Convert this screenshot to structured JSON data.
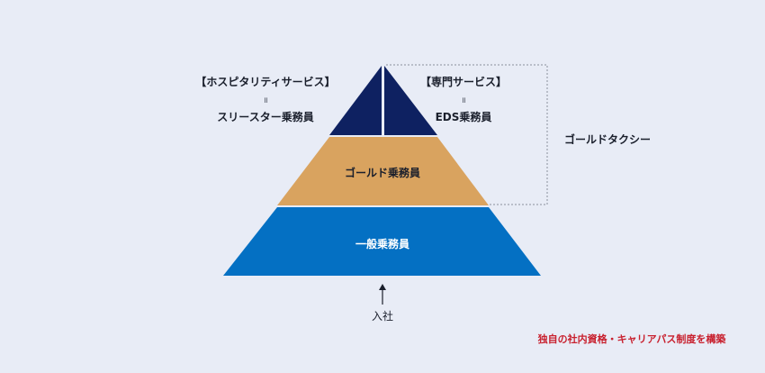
{
  "pyramid": {
    "top_left_title": "【ホスピタリティサービス】",
    "top_left_eq": "॥",
    "top_left_role": "スリースター乗務員",
    "top_right_title": "【専門サービス】",
    "top_right_eq": "॥",
    "top_right_role": "EDS乗務員",
    "middle_role": "ゴールド乗務員",
    "bottom_role": "一般乗務員",
    "bracket_label": "ゴールドタクシー",
    "entry_label": "入社"
  },
  "footer": {
    "note": "独自の社内資格・キャリアパス制度を構築"
  },
  "colors": {
    "background": "#e8ecf6",
    "tier_top": "#0e2161",
    "tier_middle": "#d9a35f",
    "tier_bottom": "#0470c3",
    "note": "#c8202e"
  }
}
